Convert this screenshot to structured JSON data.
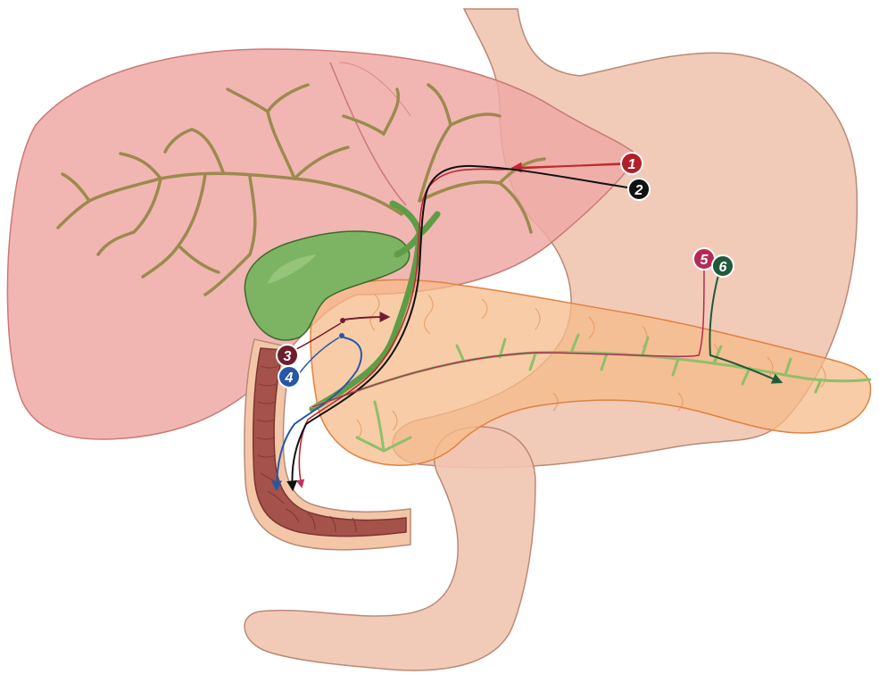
{
  "markers": [
    {
      "id": "1",
      "label": "1",
      "color": "#b0202a"
    },
    {
      "id": "2",
      "label": "2",
      "color": "#111111"
    },
    {
      "id": "3",
      "label": "3",
      "color": "#6e1f2e"
    },
    {
      "id": "4",
      "label": "4",
      "color": "#2857a8"
    },
    {
      "id": "5",
      "label": "5",
      "color": "#b52a55"
    },
    {
      "id": "6",
      "label": "6",
      "color": "#1f5a3a"
    }
  ],
  "colors": {
    "liver": "#eea9a4",
    "liver_edge": "#c97a78",
    "stomach": "#f1c4b0",
    "stomach_edge": "#b98a78",
    "gallbladder": "#7cb463",
    "gallbladder_edge": "#3d6b2c",
    "pancreas": "#f6bb8a",
    "pancreas_edge": "#e0823f",
    "duodenum_inner": "#a4524a",
    "duodenum_wall": "#f3c6a8",
    "bile_ducts": "#9c8a4e",
    "pancreatic_duct": "#8fbf6a"
  }
}
